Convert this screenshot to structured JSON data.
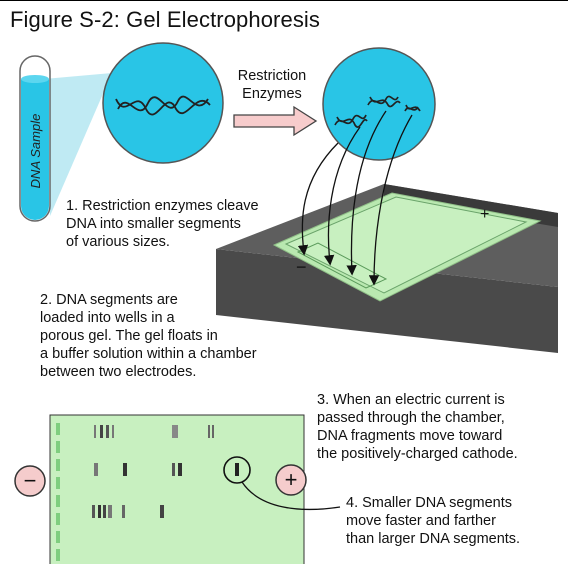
{
  "title": "Figure S-2: Gel Electrophoresis",
  "tube_label": "DNA Sample",
  "arrow_label_line1": "Restriction",
  "arrow_label_line2": "Enzymes",
  "step1": [
    "1. Restriction enzymes cleave",
    "DNA into smaller segments",
    "of various sizes."
  ],
  "step2": [
    "2. DNA segments are",
    "loaded into wells in a",
    "porous gel.  The gel floats in",
    "a buffer solution within a chamber",
    "between two electrodes."
  ],
  "step3": [
    "3. When an electric current is",
    "passed through the chamber,",
    "DNA fragments move toward",
    "the positively-charged cathode."
  ],
  "step4": [
    "4. Smaller DNA segments",
    "move faster and farther",
    "than larger DNA segments."
  ],
  "electrode_negative": "−",
  "electrode_positive": "+",
  "colors": {
    "liquid": "#29c5e6",
    "circle_fill": "#29c5e6",
    "gel": "#c8f0c0",
    "chamber": "#555555",
    "arrow_fill": "#f7cccc",
    "band": "#444444",
    "well": "#7fce7f"
  }
}
